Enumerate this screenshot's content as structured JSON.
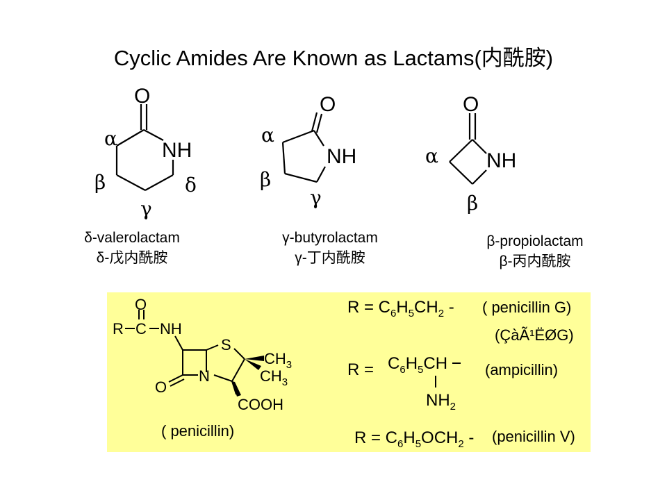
{
  "title": "Cyclic Amides Are Known as Lactams(内酰胺)",
  "lactams": {
    "delta": {
      "carbonyl_o": "O",
      "nh": "NH",
      "alpha": "α",
      "beta": "β",
      "gamma": "γ",
      "delta": "δ",
      "name_en": "δ-valerolactam",
      "name_cn": "δ-戊内酰胺"
    },
    "gamma": {
      "carbonyl_o": "O",
      "nh": "NH",
      "alpha": "α",
      "beta": "β",
      "gamma": "γ",
      "name_en": "γ-butyrolactam",
      "name_cn": "γ-丁内酰胺"
    },
    "beta": {
      "carbonyl_o": "O",
      "nh": "NH",
      "alpha": "α",
      "beta": "β",
      "name_en": "β-propiolactam",
      "name_cn": "β-丙内酰胺"
    }
  },
  "penicillin": {
    "core": {
      "o_top": "O",
      "r": "R",
      "c": "C",
      "nh": "NH",
      "s": "S",
      "ch3_a": "CH",
      "ch3_a_sub": "3",
      "ch3_b": "CH",
      "ch3_b_sub": "3",
      "o_ring": "O",
      "n": "N",
      "cooh": "COOH",
      "label": "( penicillin)"
    },
    "variants": [
      {
        "r_prefix": "R = C",
        "s1": "6",
        "m1": "H",
        "s2": "5",
        "m2": "CH",
        "s3": "2",
        "tail": " -",
        "name": "( penicillin  G)",
        "alt": "(ÇàÃ¹ËØG)"
      },
      {
        "r_prefix": "R =",
        "formula": "C",
        "s1": "6",
        "m1": "H",
        "s2": "5",
        "m2": "CH",
        "nh2": "NH",
        "nh2_sub": "2",
        "name": "(ampicillin)"
      },
      {
        "r_prefix": "R = C",
        "s1": "6",
        "m1": "H",
        "s2": "5",
        "m2": "OCH",
        "s3": "2",
        "tail": " -",
        "name": "(penicillin  V)"
      }
    ]
  },
  "colors": {
    "panel": "#ffff99",
    "ink": "#000000"
  }
}
